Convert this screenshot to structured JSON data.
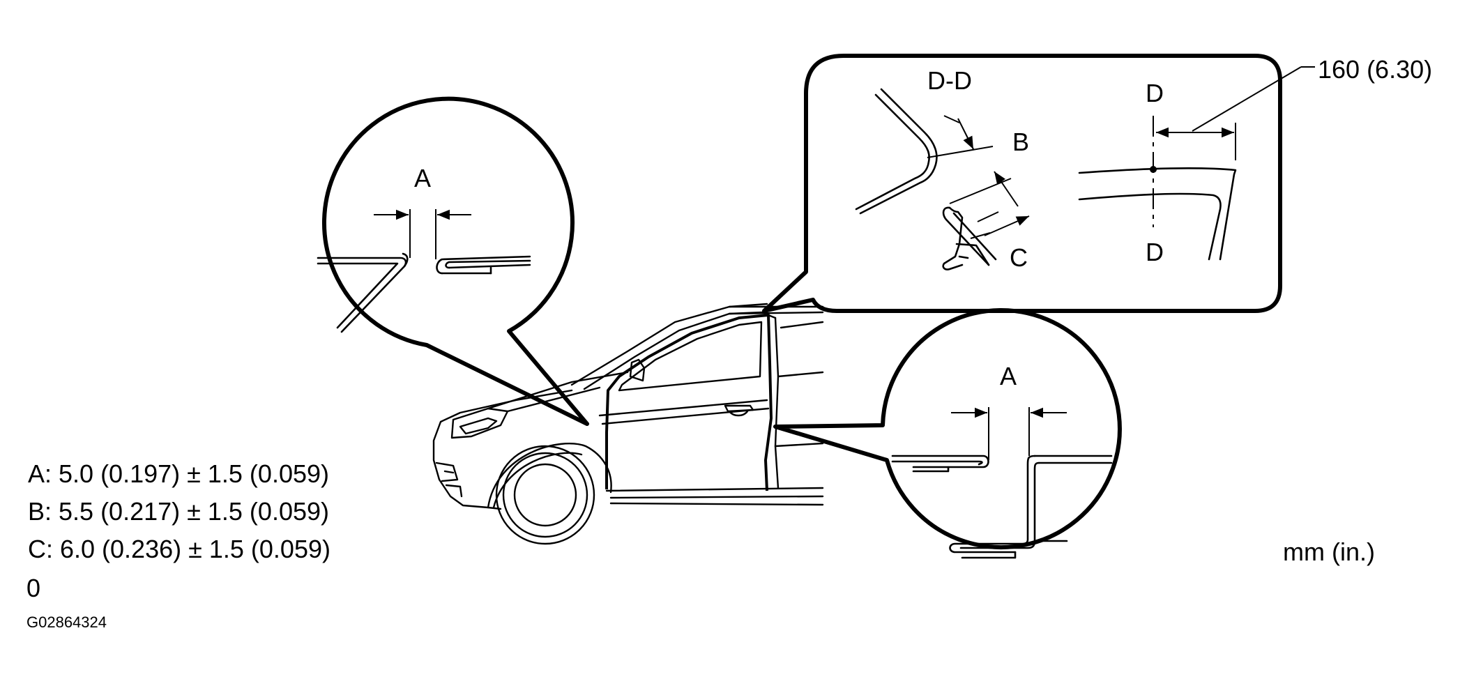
{
  "labels": {
    "detail_left": "A",
    "detail_right": "A",
    "section_title": "D-D",
    "dim_b": "B",
    "dim_c": "C",
    "section_mark_top": "D",
    "section_mark_bottom": "D",
    "callout_dimension": "160 (6.30)"
  },
  "specs": [
    "A: 5.0 (0.197) ± 1.5 (0.059)",
    "B: 5.5 (0.217) ± 1.5 (0.059)",
    "C: 6.0 (0.236) ± 1.5 (0.059)"
  ],
  "stray_char": "0",
  "figure_code": "G02864324",
  "units": "mm (in.)"
}
